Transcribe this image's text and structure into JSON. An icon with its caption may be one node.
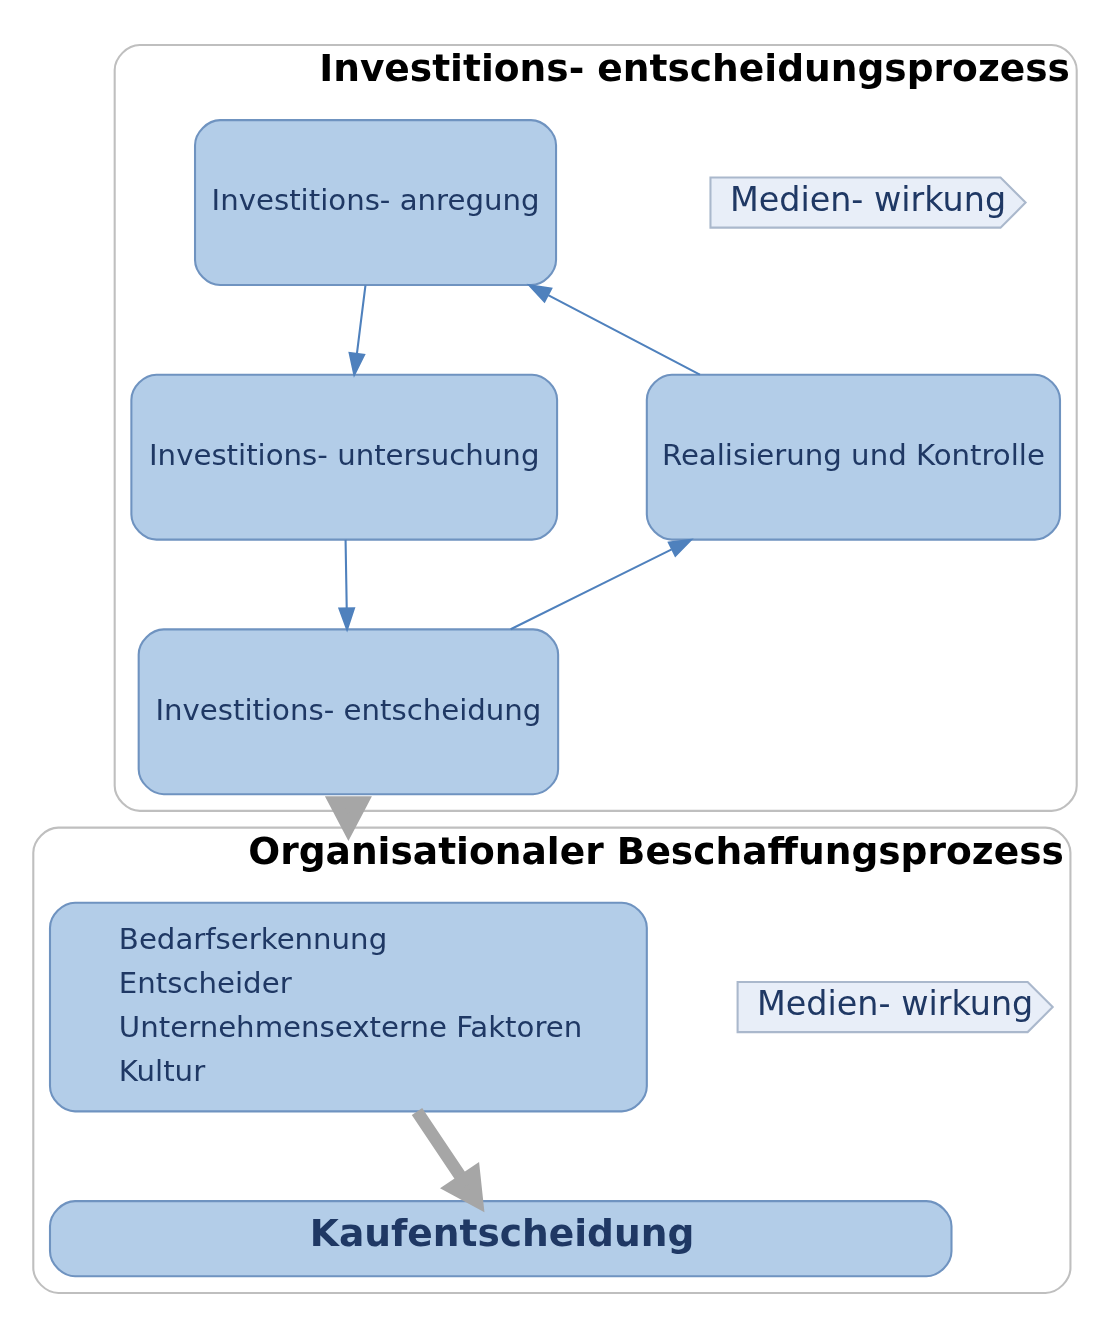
{
  "diagram": {
    "nodes": [
      {
        "text": [
          "Investitions- entscheidungsprozess"
        ]
      },
      {
        "text": [
          "Medien- wirkung"
        ],
        "in": 0
      },
      {
        "text": [
          "Investitions- anregung"
        ],
        "in": 0
      },
      {
        "text": [
          "Investitions- untersuchung"
        ],
        "in": 0
      },
      {
        "text": [
          "Investitions- entscheidung"
        ],
        "in": 0
      },
      {
        "text": [
          "Realisierung und Kontrolle"
        ],
        "in": 0
      },
      {
        "text": [
          "Organisationaler Beschaffungsprozess"
        ]
      },
      {
        "text": [
          "Medien- wirkung"
        ],
        "in": 6
      },
      {
        "text": [
          "Bedarfserkennung",
          "Entscheider",
          "Unternehmensexterne Faktoren",
          "Kultur"
        ],
        "in": 6
      },
      {
        "text": [
          "Kaufentscheidung"
        ],
        "in": 6
      }
    ],
    "edges": [
      {
        "from": 2,
        "to": 3,
        "arrow": "to"
      },
      {
        "from": 3,
        "to": 4,
        "arrow": "to"
      },
      {
        "from": 4,
        "to": 5,
        "arrow": "to"
      },
      {
        "from": 5,
        "to": 2,
        "arrow": "to"
      },
      {
        "from": 0,
        "to": 6,
        "arrow": "to",
        "style": "thick",
        "color": "#a6a6a6"
      },
      {
        "from": 8,
        "to": 9,
        "arrow": "to",
        "style": "thick",
        "color": "#a6a6a6"
      }
    ]
  }
}
